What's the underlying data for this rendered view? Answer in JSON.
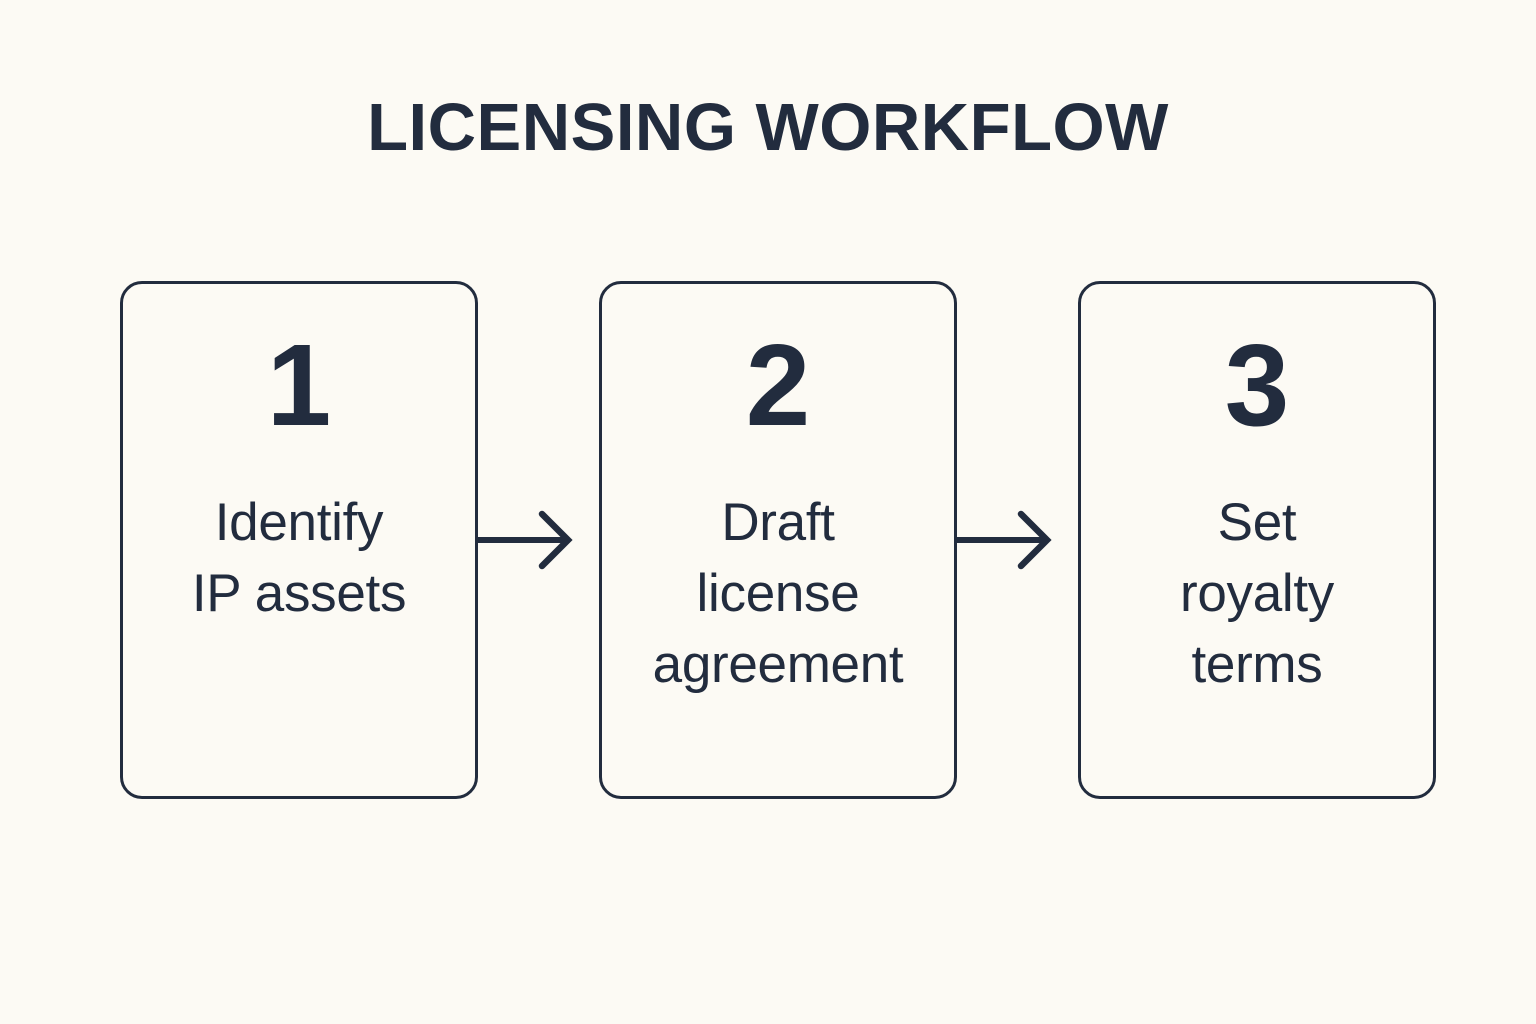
{
  "page": {
    "title": "LICENSING WORKFLOW",
    "background_color": "#fcfaf4",
    "ink_color": "#222c3e"
  },
  "diagram": {
    "type": "horizontal-step-flow",
    "step_count": 3,
    "steps": [
      {
        "number": "1",
        "label": "Identify\nIP assets"
      },
      {
        "number": "2",
        "label": "Draft\nlicense\nagreement"
      },
      {
        "number": "3",
        "label": "Set\nroyalty\nterms"
      }
    ],
    "connectors": [
      {
        "from": "1",
        "to": "2",
        "icon": "arrow-right-icon"
      },
      {
        "from": "2",
        "to": "3",
        "icon": "arrow-right-icon"
      }
    ]
  }
}
